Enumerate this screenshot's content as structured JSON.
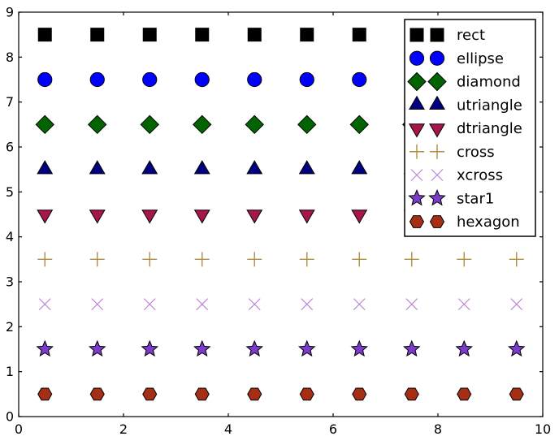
{
  "chart_data": {
    "type": "scatter",
    "title": "",
    "xlabel": "",
    "ylabel": "",
    "x": [
      0.5,
      1.5,
      2.5,
      3.5,
      4.5,
      5.5,
      6.5,
      7.5,
      8.5,
      9.5
    ],
    "series": [
      {
        "name": "rect",
        "marker": "rect",
        "color": "#000000",
        "edge_color": "#000000",
        "y": 8.5
      },
      {
        "name": "ellipse",
        "marker": "ellipse",
        "color": "#0000ff",
        "edge_color": "#000000",
        "y": 7.5
      },
      {
        "name": "diamond",
        "marker": "diamond",
        "color": "#006400",
        "edge_color": "#000000",
        "y": 6.5
      },
      {
        "name": "utriangle",
        "marker": "utriangle",
        "color": "#000080",
        "edge_color": "#000000",
        "y": 5.5
      },
      {
        "name": "dtriangle",
        "marker": "dtriangle",
        "color": "#a8154d",
        "edge_color": "#000000",
        "y": 4.5
      },
      {
        "name": "cross",
        "marker": "cross",
        "color": "#b08e40",
        "edge_color": "#b08e40",
        "y": 3.5
      },
      {
        "name": "xcross",
        "marker": "xcross",
        "color": "#ba7fd1",
        "edge_color": "#ba7fd1",
        "y": 2.5
      },
      {
        "name": "star1",
        "marker": "star1",
        "color": "#7d3bcb",
        "edge_color": "#000000",
        "y": 1.5
      },
      {
        "name": "hexagon",
        "marker": "hexagon",
        "color": "#a52e14",
        "edge_color": "#000000",
        "y": 0.5
      }
    ],
    "xlim": [
      0,
      10
    ],
    "ylim": [
      0,
      9
    ],
    "xticks": [
      0,
      2,
      4,
      6,
      8,
      10
    ],
    "yticks": [
      0,
      1,
      2,
      3,
      4,
      5,
      6,
      7,
      8,
      9
    ],
    "grid": false,
    "background": "#ffffff",
    "frame_color": "#000000",
    "legend": {
      "position": "upper right",
      "markers_per_entry": 2,
      "entries": [
        "rect",
        "ellipse",
        "diamond",
        "utriangle",
        "dtriangle",
        "cross",
        "xcross",
        "star1",
        "hexagon"
      ]
    }
  }
}
